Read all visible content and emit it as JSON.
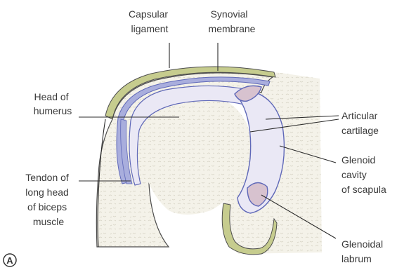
{
  "labels": {
    "capsular_ligament": [
      "Capsular",
      "ligament"
    ],
    "synovial_membrane": [
      "Synovial",
      "membrane"
    ],
    "head_of_humerus": [
      "Head of",
      "humerus"
    ],
    "articular_cartilage": [
      "Articular",
      "cartilage"
    ],
    "glenoid_cavity": [
      "Glenoid",
      "cavity",
      "of scapula"
    ],
    "tendon_biceps": [
      "Tendon of",
      "long head",
      "of biceps",
      "muscle"
    ],
    "glenoidal_labrum": [
      "Glenoidal",
      "labrum"
    ],
    "panel": "A"
  },
  "colors": {
    "bone": "#f3f1e7",
    "bone_texture": "#d9d6c8",
    "capsule": "#c6cc8e",
    "synovial": "#a9aedd",
    "synovial_line": "#5f68b8",
    "cartilage": "#eae8f5",
    "labrum": "#d7c2cf",
    "outline": "#4d4d4d"
  }
}
